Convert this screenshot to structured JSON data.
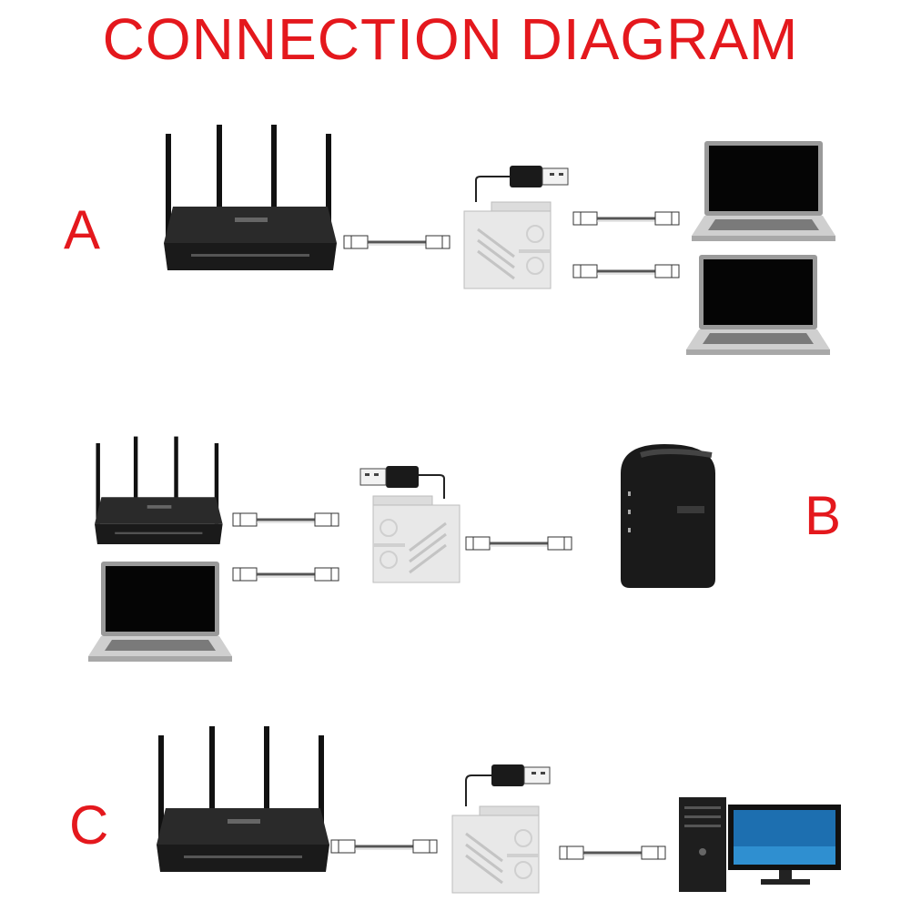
{
  "title": "CONNECTION DIAGRAM",
  "sections": {
    "a": {
      "label": "A"
    },
    "b": {
      "label": "B"
    },
    "c": {
      "label": "C"
    }
  },
  "colors": {
    "title": "#e4181d",
    "device": "#1c1c1c",
    "adapter": "#e6e6e6",
    "cable": "#555555"
  },
  "icons": [
    "router-icon",
    "laptop-icon",
    "splitter-adapter-icon",
    "usb-plug-icon",
    "ethernet-cable-icon",
    "modem-icon",
    "desktop-computer-icon",
    "monitor-icon"
  ]
}
